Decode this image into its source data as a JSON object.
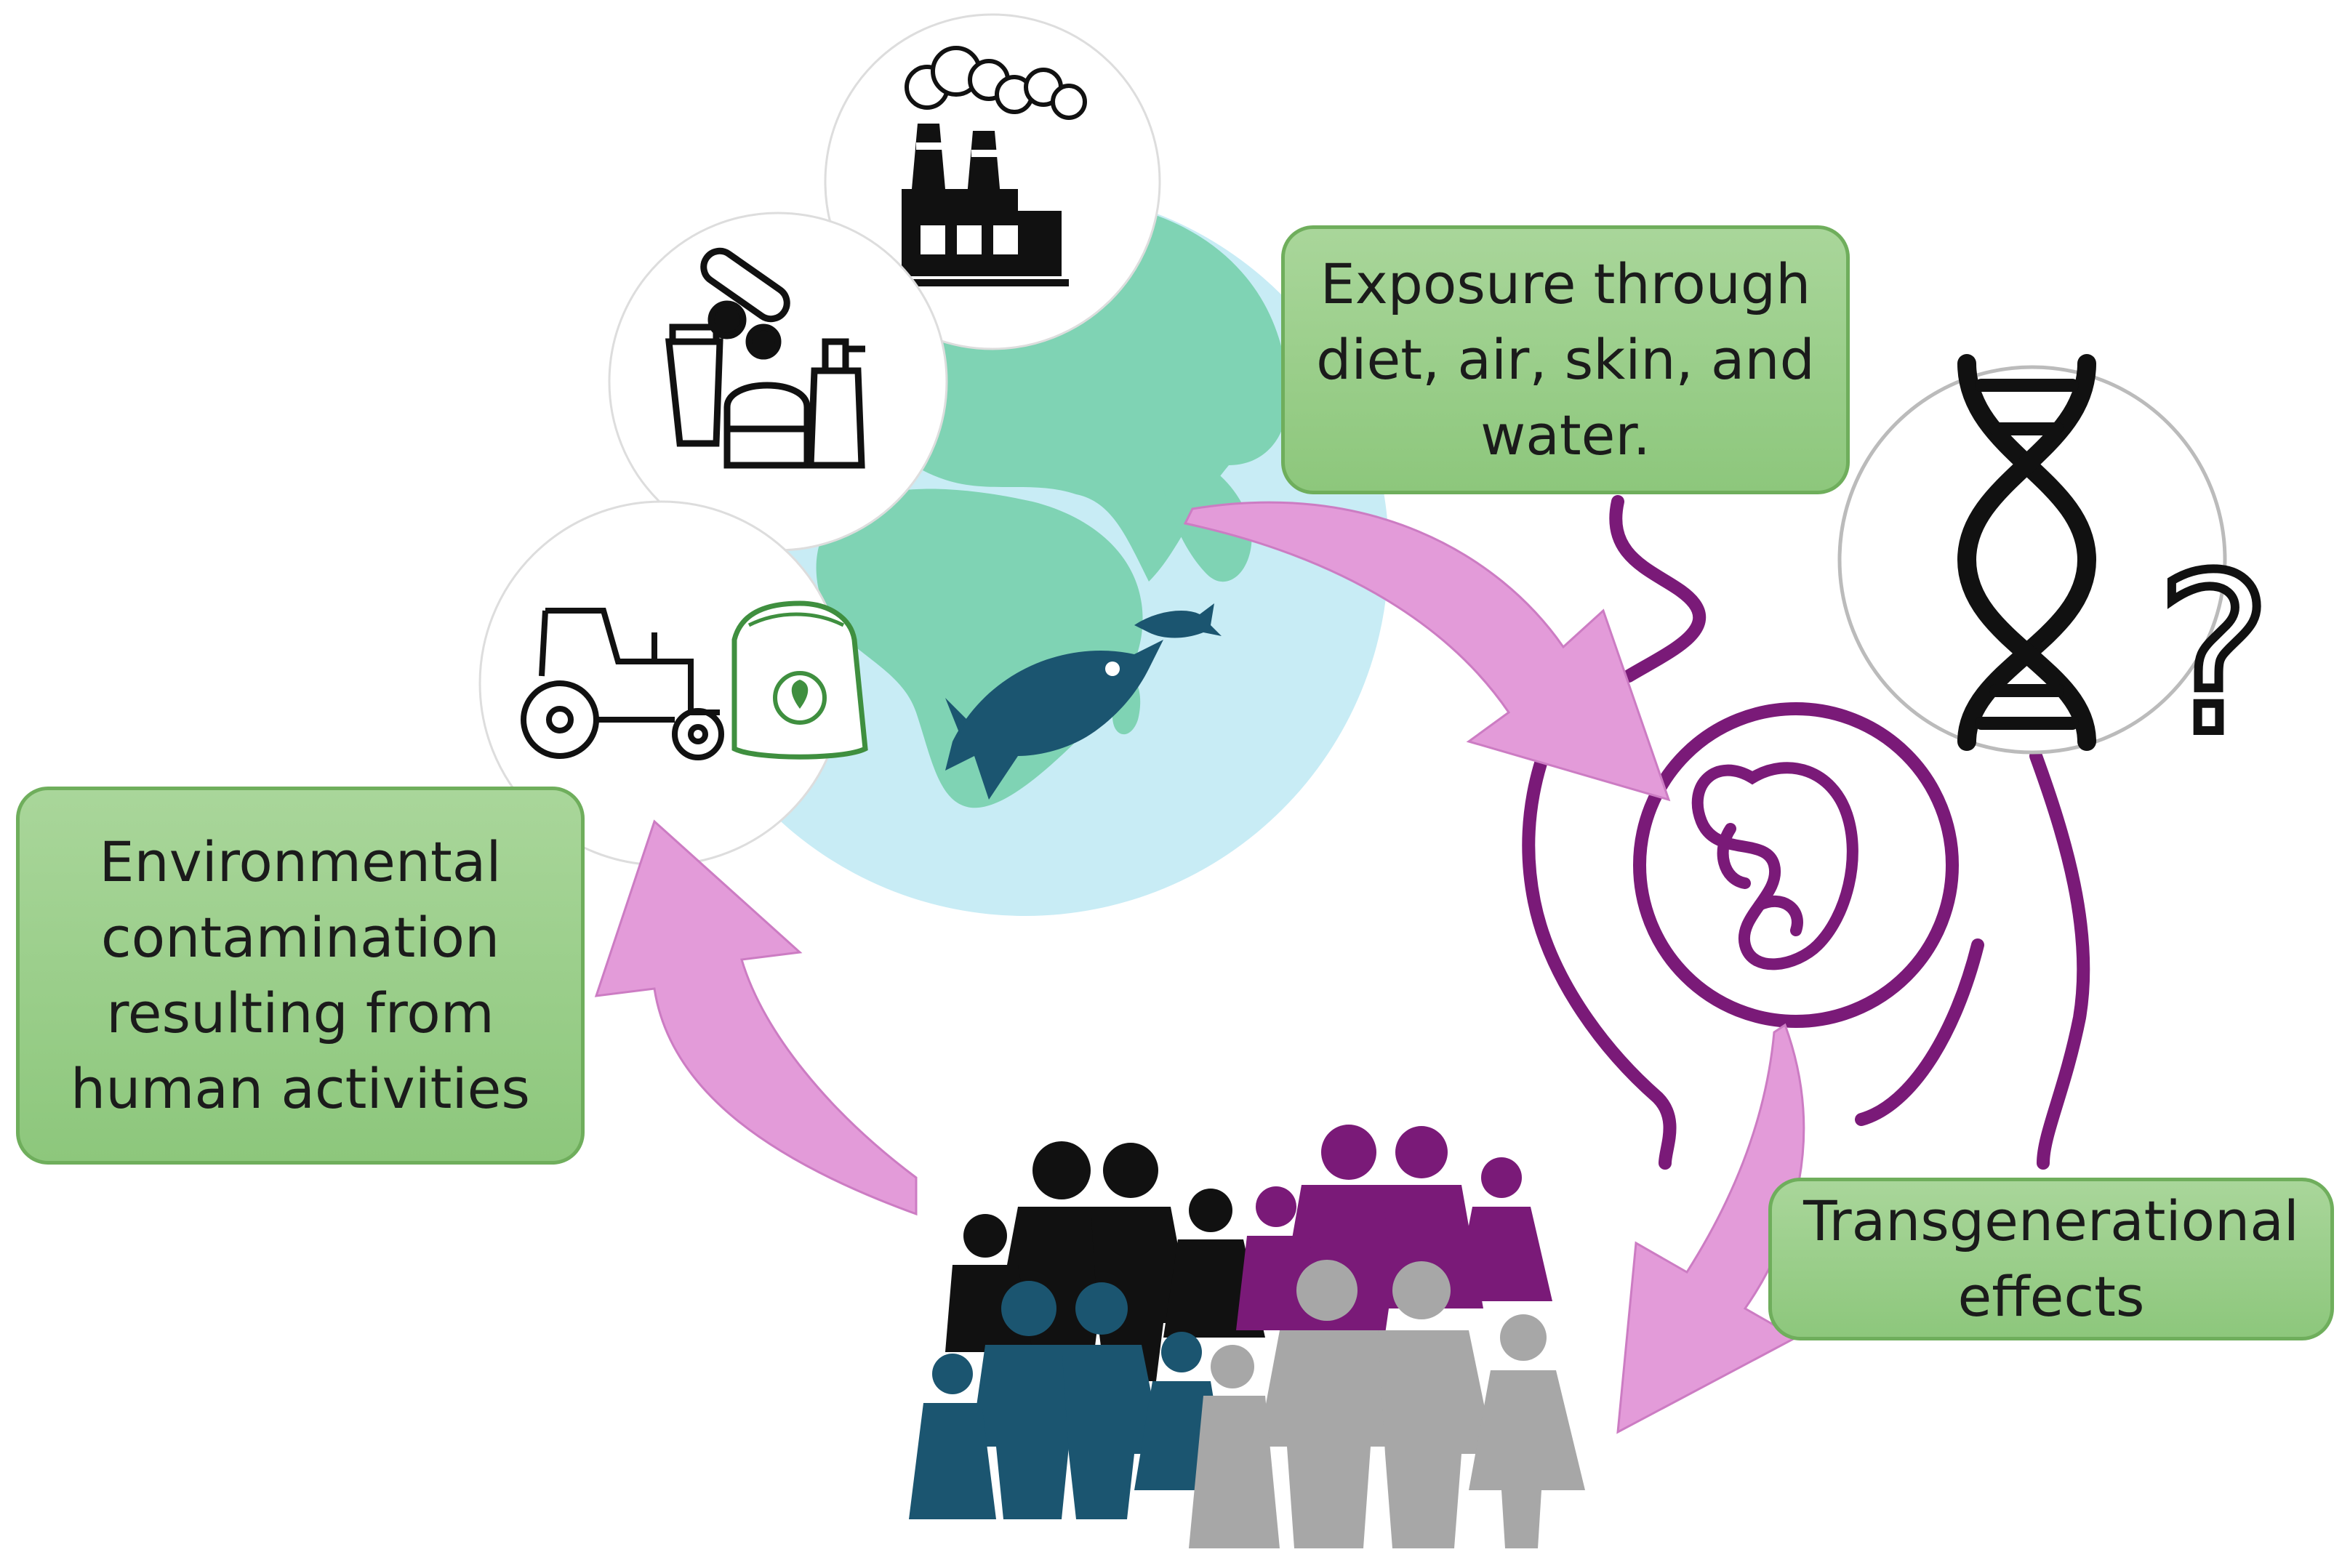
{
  "labels": {
    "exposure": [
      "Exposure through",
      "diet, air, skin, and",
      "water."
    ],
    "environment": [
      "Environmental",
      "contamination",
      "resulting from",
      "human activities"
    ],
    "transgenerational": [
      "Transgenerational",
      "effects"
    ],
    "question_mark": "?"
  },
  "icons": {
    "factory": "factory-smoke-icon",
    "cosmetics": "pills-cosmetics-icon",
    "agriculture": "tractor-fertilizer-icon",
    "fish": "fish-food-chain-icon",
    "fetus": "fetus-womb-icon",
    "dna": "dna-helix-icon",
    "family": "people-generations-icon"
  },
  "colors": {
    "green_fill": "#9ccf8b",
    "green_border": "#6fae5c",
    "arrow_pink": "#e39bd9",
    "purple": "#7a1a78",
    "teal": "#1b5570",
    "grey": "#a7a7a7",
    "black": "#111111",
    "ocean": "#c8ecf5",
    "land": "#7fd3b4"
  }
}
